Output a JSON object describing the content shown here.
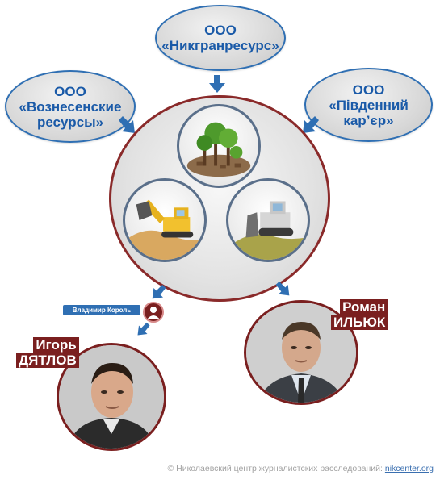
{
  "companies": {
    "top": {
      "line1": "ООО",
      "line2": "«Никгранресурс»"
    },
    "left": {
      "line1": "ООО",
      "line2": "«Вознесенские",
      "line3": "ресурсы»"
    },
    "right": {
      "line1": "ООО",
      "line2": "«Південний",
      "line3": "кар’єр»"
    }
  },
  "activities": [
    "forest-logging-icon",
    "excavator-icon",
    "bulldozer-icon"
  ],
  "people": {
    "korol": {
      "name": "Владимир Король"
    },
    "dyatlov": {
      "first": "Игорь",
      "last": "ДЯТЛОВ"
    },
    "ilyuk": {
      "first": "Роман",
      "last": "ИЛЬЮК"
    }
  },
  "footer": {
    "text": "© Николаевский центр журналистских расследований: ",
    "site": "nikcenter.org"
  },
  "colors": {
    "company_border": "#2f6fb3",
    "company_text": "#1a5aa8",
    "hub_border": "#8a2a2a",
    "label_bg": "#7a1f1f",
    "arrow": "#2f6fb3"
  }
}
